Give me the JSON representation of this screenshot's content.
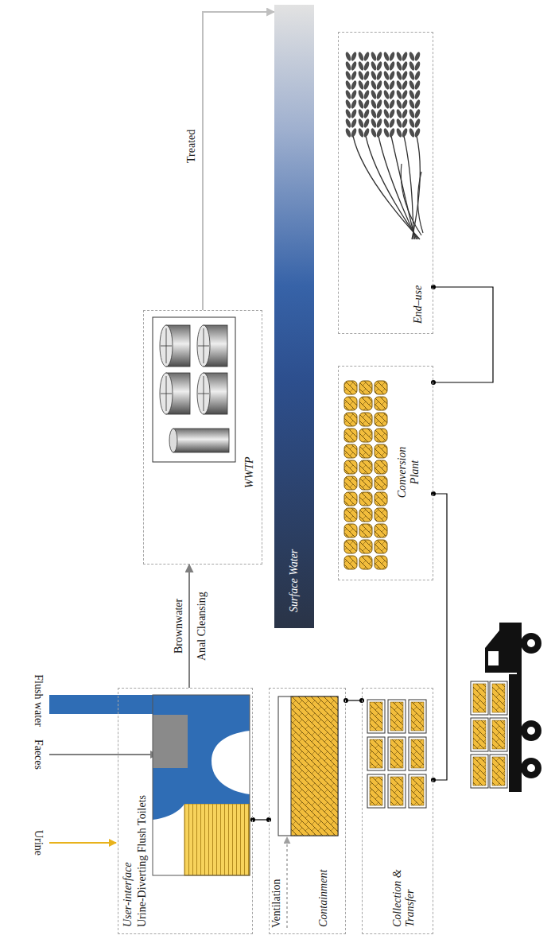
{
  "diagram": {
    "nodes": [
      {
        "text": [
          "User-interface",
          "Urine-Diverting Flush Toilets"
        ]
      },
      {
        "text": [
          "Containment"
        ]
      },
      {
        "text": [
          "Collection & Transfer"
        ]
      },
      {
        "text": [
          "WWTP"
        ]
      },
      {
        "text": [
          "Surface Water"
        ]
      },
      {
        "text": [
          "Conversion Plant"
        ]
      },
      {
        "text": [
          "End–use"
        ]
      }
    ],
    "edges": [
      {
        "from": 0,
        "to": 1,
        "arrow": "none"
      },
      {
        "from": 1,
        "to": 2,
        "arrow": "none"
      },
      {
        "from": 2,
        "to": 5,
        "arrow": "none"
      },
      {
        "from": 5,
        "to": 6,
        "arrow": "none"
      },
      {
        "from": 0,
        "to": 3,
        "label": "Brownwater",
        "arrow": "to"
      },
      {
        "from": 3,
        "to": 4,
        "label": "Treated",
        "arrow": "to"
      }
    ],
    "labels": [
      "Urine",
      "Faeces",
      "Flush water",
      "Ventilation",
      "Anal Cleansing"
    ]
  }
}
